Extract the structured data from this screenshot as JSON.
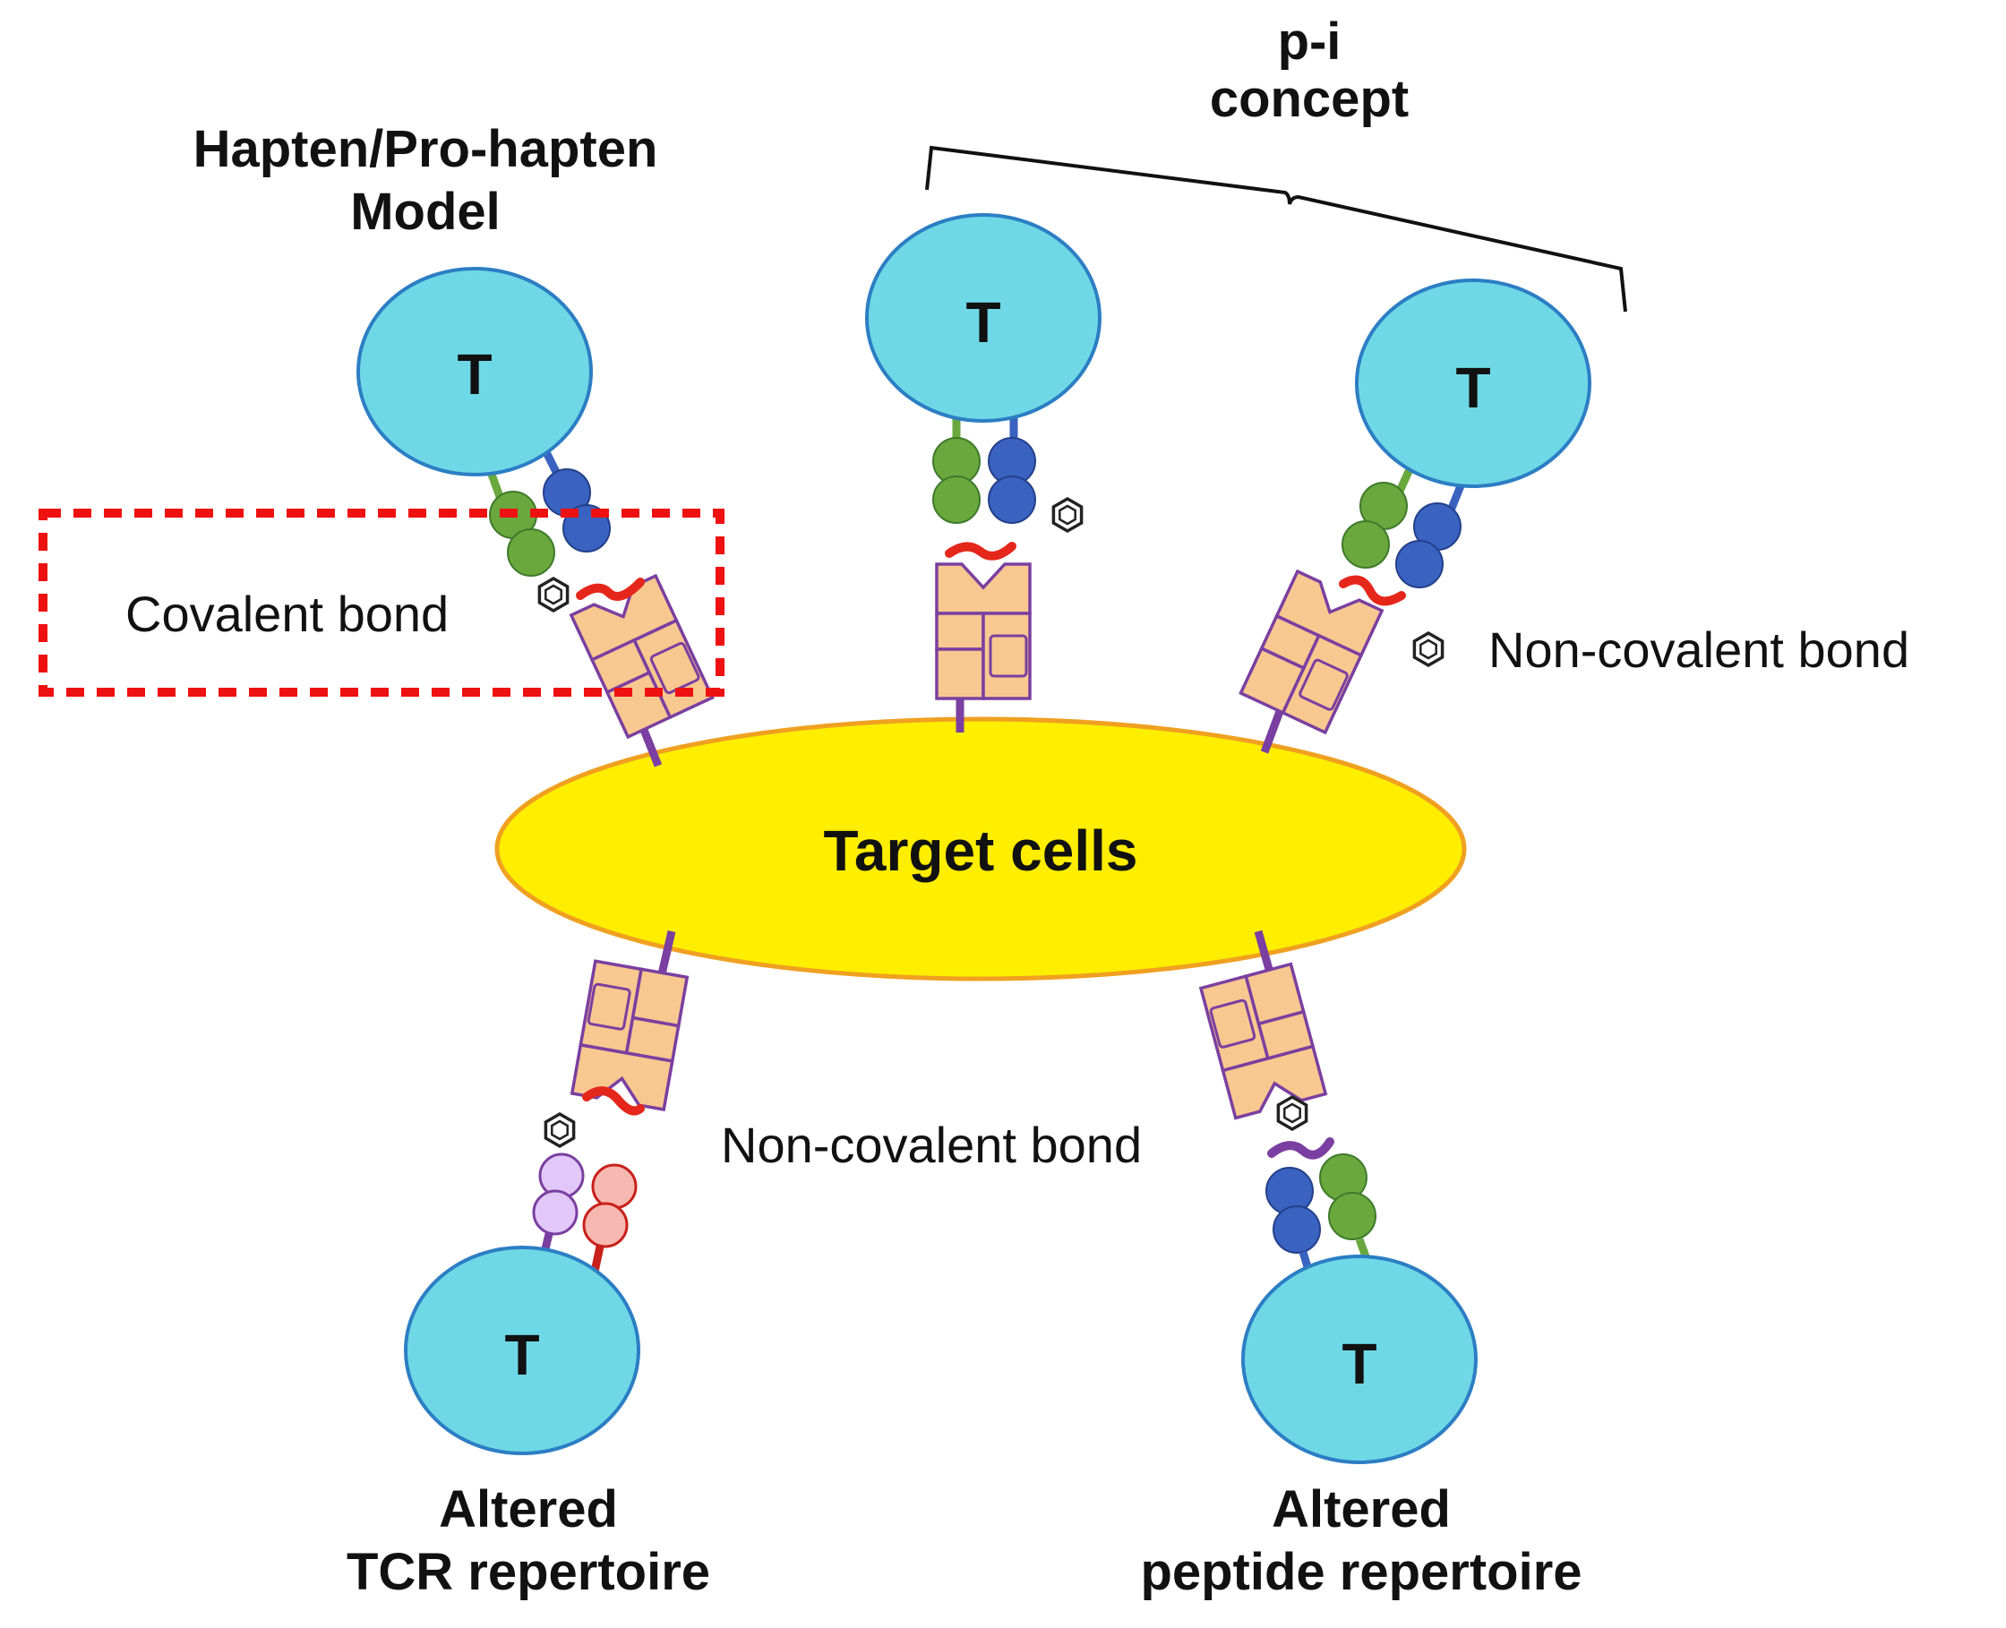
{
  "labels": {
    "hapten_title_line1": "Hapten/Pro-hapten",
    "hapten_title_line2": "Model",
    "pi_title_line1": "p-i",
    "pi_title_line2": "concept",
    "covalent_bond": "Covalent bond",
    "non_covalent_bond_right": "Non-covalent bond",
    "non_covalent_bond_bottom": "Non-covalent bond",
    "target_cells": "Target cells",
    "tcr_repertoire_line1": "Altered",
    "tcr_repertoire_line2": "TCR repertoire",
    "peptide_repertoire_line1": "Altered",
    "peptide_repertoire_line2": "peptide repertoire"
  },
  "t_cell_label": "T",
  "colors": {
    "t_cell_fill": "#6fd8e6",
    "t_cell_stroke": "#2c7ec4",
    "target_fill": "#ffee00",
    "target_stroke": "#f0a020",
    "tcr_green": "#6aa83e",
    "tcr_blue": "#3a62c0",
    "tcr_lilac": "#e2c8f8",
    "tcr_pink": "#f6b8b0",
    "mhc_fill": "#f8c890",
    "mhc_stroke": "#7a3fa0",
    "peptide_red": "#e5261b",
    "peptide_purple": "#7a3fa0",
    "highlight_box": "#ee1111"
  }
}
